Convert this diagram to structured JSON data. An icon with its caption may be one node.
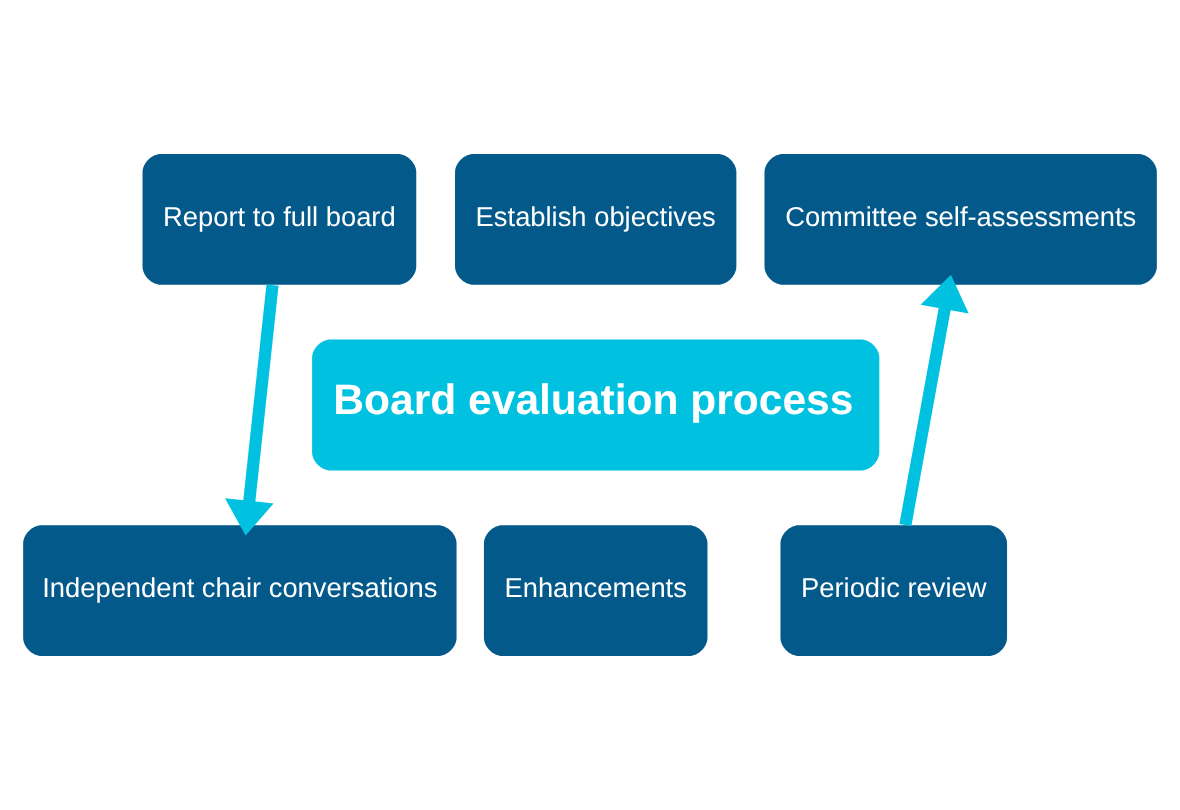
{
  "diagram": {
    "nodes": [
      {
        "text": [
          "Report to full board"
        ]
      },
      {
        "text": [
          "Establish objectives"
        ]
      },
      {
        "text": [
          "Committee self-assessments"
        ]
      },
      {
        "text": [
          "Board evaluation process"
        ]
      },
      {
        "text": [
          "Independent chair conversations"
        ]
      },
      {
        "text": [
          "Enhancements"
        ]
      },
      {
        "text": [
          "Periodic review"
        ]
      }
    ],
    "edges": [
      {
        "from": 0,
        "to": 4,
        "arrow": "to"
      },
      {
        "from": 6,
        "to": 2,
        "arrow": "to"
      }
    ]
  }
}
